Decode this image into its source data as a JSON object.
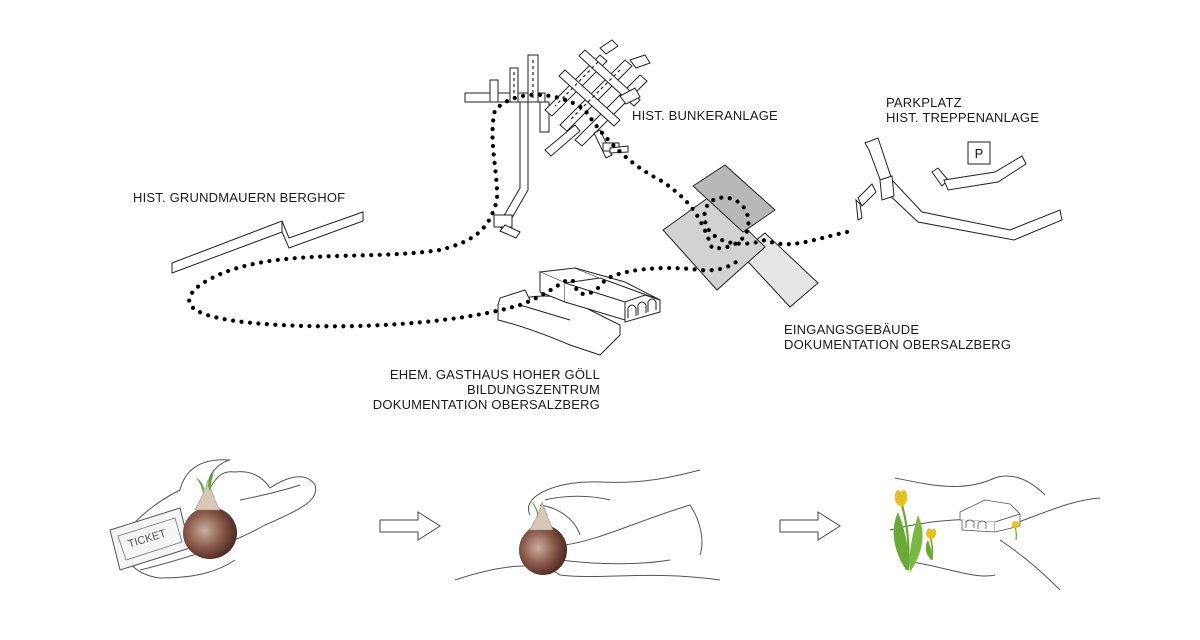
{
  "labels": {
    "bunker": [
      "HIST. BUNKERANLAGE"
    ],
    "berghof": [
      "HIST. GRUNDMAUERN BERGHOF"
    ],
    "parking": [
      "PARKPLATZ",
      "HIST. TREPPENANLAGE"
    ],
    "entrance": [
      "EINGANGSGEBÄUDE",
      "DOKUMENTATION OBERSALZBERG"
    ],
    "gasthaus": [
      "EHEM. GASTHAUS HOHER GÖLL",
      "BILDUNGSZENTRUM",
      "DOKUMENTATION OBERSALZBERG"
    ]
  },
  "parking_sign": "P",
  "ticket_text": "TICKET",
  "colors": {
    "line": "#222222",
    "path_dots": "#000000",
    "building_dark": "#b8b8b8",
    "building_mid": "#d2d2d2",
    "building_light": "#e6e6e6",
    "bulb": "#8a5a4a",
    "sprout": "#5aa832",
    "tulip_flower": "#e8c020",
    "tulip_leaf": "#6aa838"
  },
  "icons": [
    "ticket-icon",
    "flower-bulb-icon",
    "arrow-right-icon",
    "hand-icon",
    "tulip-icon"
  ]
}
